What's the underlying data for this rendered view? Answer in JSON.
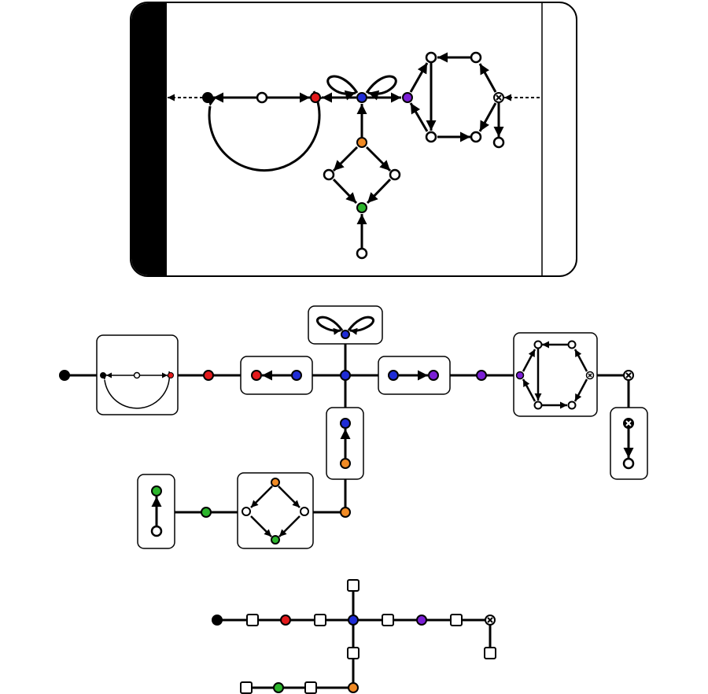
{
  "palette": {
    "black": "#000000",
    "white": "#ffffff",
    "red": "#e31a1c",
    "blue": "#1f2cd6",
    "purple": "#7b1fd6",
    "orange": "#f08a24",
    "green": "#2cb52c"
  },
  "panels": {
    "top": "graph-with-boundary-strip",
    "middle": "decomposition-tree-of-components",
    "bottom": "skeleton-tree"
  },
  "node_colors": [
    "black",
    "white",
    "red",
    "blue",
    "purple",
    "orange",
    "green",
    "crossed"
  ],
  "node_shapes": [
    "circle",
    "square",
    "crossed-circle"
  ]
}
